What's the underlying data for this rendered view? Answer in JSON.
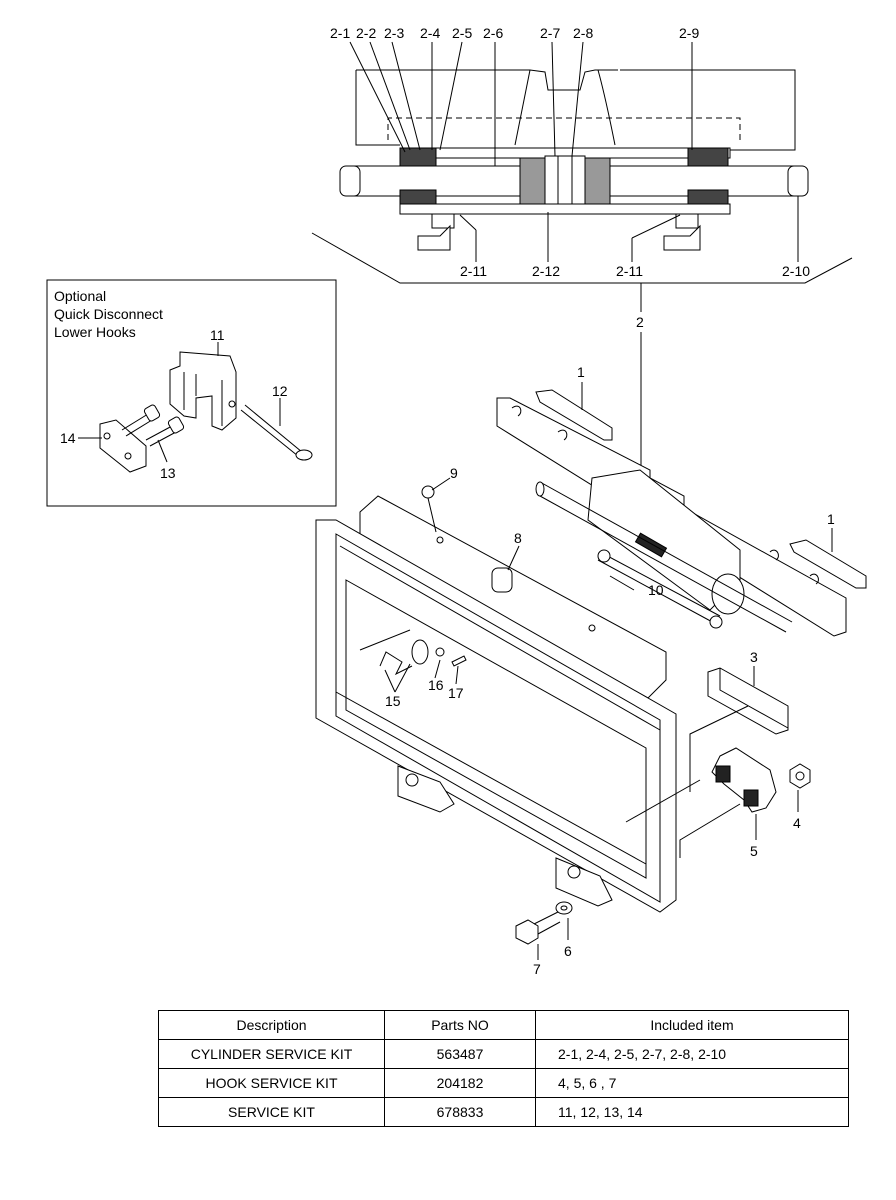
{
  "top_callouts": [
    "2-1",
    "2-2",
    "2-3",
    "2-4",
    "2-5",
    "2-6",
    "2-7",
    "2-8",
    "2-9"
  ],
  "bottom_callouts": [
    "2-11",
    "2-12",
    "2-11",
    "2-10"
  ],
  "assembly_callout": "2",
  "optional_box": {
    "title_lines": [
      "Optional",
      "Quick Disconnect",
      "Lower Hooks"
    ],
    "callouts": [
      "11",
      "12",
      "14",
      "13"
    ]
  },
  "main_callouts": [
    "1",
    "1",
    "9",
    "8",
    "10",
    "3",
    "15",
    "16",
    "17",
    "4",
    "5",
    "6",
    "7"
  ],
  "service_table": {
    "headers": [
      "Description",
      "Parts NO",
      "Included item"
    ],
    "rows": [
      [
        "CYLINDER SERVICE KIT",
        "563487",
        "2-1, 2-4, 2-5, 2-7, 2-8, 2-10"
      ],
      [
        "HOOK SERVICE KIT",
        "204182",
        "4, 5, 6 , 7"
      ],
      [
        "SERVICE KIT",
        "678833",
        "11, 12, 13, 14"
      ]
    ]
  }
}
